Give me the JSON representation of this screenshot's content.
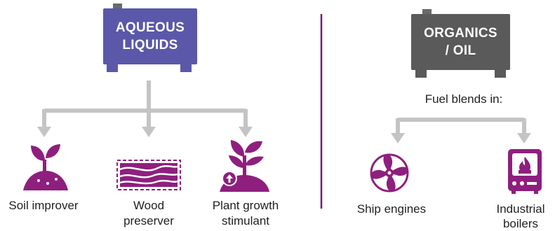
{
  "colors": {
    "aqueous_tank": "#5b58a9",
    "organics_tank": "#5a5a5a",
    "divider": "#7a1a6e",
    "icon": "#8e1f7e",
    "arrow": "#c4c4c4",
    "text": "#1f1f1f"
  },
  "left": {
    "tank": {
      "line1": "AQUEOUS",
      "line2": "LIQUIDS"
    },
    "items": [
      {
        "icon": "soil-plant-icon",
        "line1": "Soil improver",
        "line2": ""
      },
      {
        "icon": "wood-grain-icon",
        "line1": "Wood",
        "line2": "preserver"
      },
      {
        "icon": "plant-growth-icon",
        "line1": "Plant growth",
        "line2": "stimulant"
      }
    ]
  },
  "right": {
    "tank": {
      "line1": "ORGANICS",
      "line2": "/ OIL"
    },
    "subtitle": "Fuel blends in:",
    "items": [
      {
        "icon": "ship-propeller-icon",
        "line1": "Ship engines",
        "line2": ""
      },
      {
        "icon": "boiler-icon",
        "line1": "Industrial",
        "line2": "boilers"
      }
    ]
  }
}
